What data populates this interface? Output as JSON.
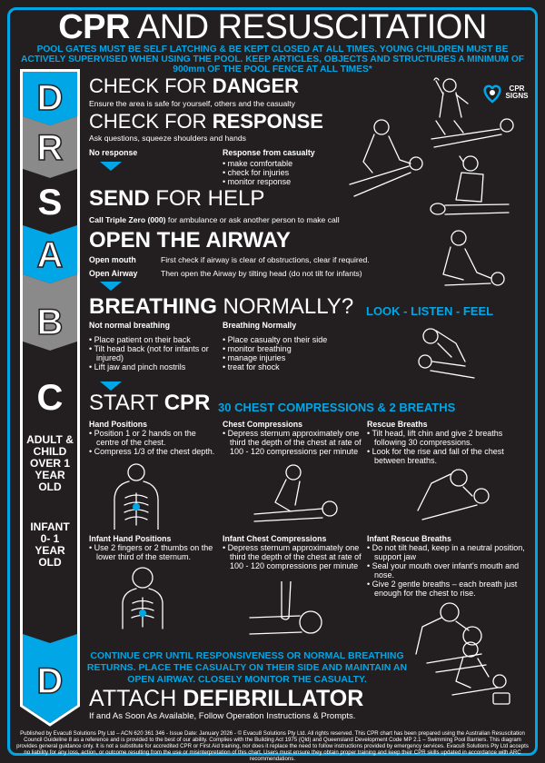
{
  "title": {
    "bold": "CPR",
    "rest": " AND RESUSCITATION"
  },
  "notice": "POOL GATES MUST BE SELF LATCHING & BE KEPT CLOSED AT ALL TIMES. YOUNG CHILDREN MUST BE ACTIVELY SUPERVISED WHEN USING THE POOL. KEEP ARTICLES, OBJECTS AND STRUCTURES A MINIMUM OF 900mm OF THE POOL FENCE AT ALL TIMES*",
  "logo": "CPR SIGNS",
  "colors": {
    "accent": "#00a6e6",
    "gray": "#8a8a8a",
    "background": "#231f20"
  },
  "strip": {
    "letters": [
      "D",
      "R",
      "S",
      "A",
      "B",
      "C",
      "D"
    ],
    "adult": "ADULT & CHILD OVER 1 YEAR OLD",
    "infant": "INFANT 0- 1 YEAR OLD"
  },
  "danger": {
    "light": "CHECK FOR ",
    "bold": "DANGER",
    "text": "Ensure the area is safe for yourself, others and the casualty"
  },
  "response": {
    "light": "CHECK FOR ",
    "bold": "RESPONSE",
    "text": "Ask questions, squeeze shoulders and hands",
    "no_response": "No response",
    "yes_label": "Response from casualty",
    "yes_items": [
      "make comfortable",
      "check for injuries",
      "monitor response"
    ]
  },
  "help": {
    "bold": "SEND",
    "light": " FOR HELP",
    "text_bold": "Call Triple Zero (000)",
    "text": " for ambulance or ask another person to make call"
  },
  "airway": {
    "title": "OPEN THE AIRWAY",
    "rows": [
      {
        "label": "Open mouth",
        "text": "First check if airway is clear of obstructions, clear if required."
      },
      {
        "label": "Open Airway",
        "text": "Then open the Airway by tilting head (do not tilt for infants)"
      }
    ]
  },
  "breathing": {
    "bold": "BREATHING",
    "light": " NORMALLY?",
    "tag": "LOOK - LISTEN - FEEL",
    "not_label": "Not normal breathing",
    "not_items": [
      "Place patient on their back",
      "Tilt head back (not for infants or injured)",
      "Lift jaw and pinch nostrils"
    ],
    "yes_label": "Breathing Normally",
    "yes_items": [
      "Place casualty on their side",
      "monitor breathing",
      "manage injuries",
      "treat for shock"
    ]
  },
  "cpr": {
    "light": "START ",
    "bold": "CPR",
    "tag": "30 CHEST COMPRESSIONS & 2 BREATHS",
    "adult": [
      {
        "label": "Hand Positions",
        "items": [
          "Position 1 or 2 hands on the centre of the chest.",
          "Compress 1/3 of the chest depth."
        ]
      },
      {
        "label": "Chest Compressions",
        "items": [
          "Depress sternum approximately one third the depth of the chest at rate of 100 - 120 compressions per minute"
        ]
      },
      {
        "label": "Rescue Breaths",
        "items": [
          "Tilt head, lift chin and give 2 breaths following 30 compressions.",
          "Look for the rise and fall of the chest between breaths."
        ]
      }
    ],
    "infant": [
      {
        "label": "Infant Hand Positions",
        "items": [
          "Use 2 fingers or 2 thumbs on the lower third of the sternum."
        ]
      },
      {
        "label": "Infant Chest Compressions",
        "items": [
          "Depress sternum approximately one third the depth of the chest at rate of 100 - 120 compressions per minute"
        ]
      },
      {
        "label": "Infant Rescue Breaths",
        "items": [
          "Do not tilt head, keep in a neutral position, support jaw",
          "Seal your mouth over infant’s mouth and nose.",
          "Give 2 gentle breaths – each breath just enough for the chest to rise."
        ]
      }
    ]
  },
  "continue": "CONTINUE CPR UNTIL RESPONSIVENESS OR NORMAL BREATHING RETURNS. PLACE THE  CASUALTY ON THEIR SIDE AND MAINTAIN AN OPEN AIRWAY. CLOSELY MONITOR THE CASUALTY.",
  "defib": {
    "light": "ATTACH ",
    "bold": "DEFIBRILLATOR",
    "text": "If and As Soon As Available, Follow Operation Instructions & Prompts."
  },
  "fine_print": "Published by Evacu8 Solutions Pty Ltd – ACN 620 361 346 - Issue Date: January 2026 - © Evacu8 Solutions Pty Ltd. All rights reserved. This CPR chart has been prepared using the Australian Resuscitation Council Guideline 8 as a reference and is provided to the best of our ability. Complies with the Building Act 1975 (Qld) and Queensland Development Code MP 2.1 – Swimming Pool Barriers. This diagram provides general guidance only. It is not a substitute for accredited CPR or First Aid training, nor does it replace the need to follow instructions provided by emergency services. Evacu8 Solutions Pty Ltd accepts no liability for any loss, action, or outcome resulting from the use or misinterpretation of this chart. Users must ensure they obtain proper training and keep their CPR skills updated in accordance with ARC recommendations."
}
